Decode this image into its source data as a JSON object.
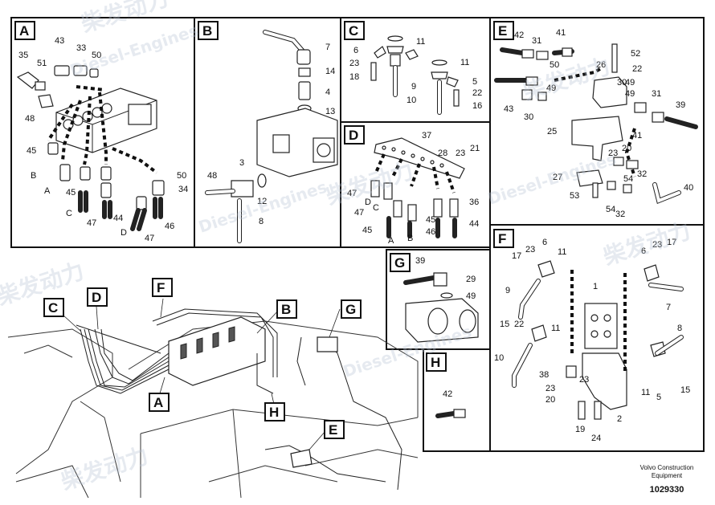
{
  "panels": [
    {
      "id": "A",
      "label": "A",
      "callouts": [
        "43",
        "33",
        "50",
        "35",
        "51",
        "48",
        "45",
        "B",
        "A",
        "45",
        "C",
        "47",
        "44",
        "D",
        "47",
        "46",
        "50",
        "34"
      ]
    },
    {
      "id": "B",
      "label": "B",
      "callouts": [
        "7",
        "14",
        "4",
        "13",
        "3",
        "48",
        "12",
        "8"
      ]
    },
    {
      "id": "C",
      "label": "C",
      "callouts": [
        "11",
        "6",
        "23",
        "18",
        "11",
        "9",
        "5",
        "22",
        "10",
        "16"
      ]
    },
    {
      "id": "D",
      "label": "D",
      "callouts": [
        "37",
        "28",
        "23",
        "21",
        "47",
        "D",
        "C",
        "47",
        "45",
        "A",
        "B",
        "45",
        "46",
        "36",
        "44"
      ]
    },
    {
      "id": "E",
      "label": "E",
      "callouts": [
        "42",
        "31",
        "41",
        "52",
        "22",
        "50",
        "49",
        "26",
        "49",
        "43",
        "30",
        "30",
        "49",
        "31",
        "39",
        "25",
        "41",
        "23",
        "20",
        "27",
        "54",
        "32",
        "40",
        "53",
        "54",
        "32"
      ]
    },
    {
      "id": "F",
      "label": "F",
      "callouts": [
        "17",
        "23",
        "6",
        "11",
        "6",
        "23",
        "17",
        "9",
        "1",
        "7",
        "8",
        "15",
        "22",
        "10",
        "11",
        "38",
        "23",
        "23",
        "20",
        "2",
        "11",
        "5",
        "15",
        "19",
        "24"
      ]
    },
    {
      "id": "G",
      "label": "G",
      "callouts": [
        "39",
        "29",
        "49"
      ]
    },
    {
      "id": "H",
      "label": "H",
      "callouts": [
        "42"
      ]
    }
  ],
  "overview_tags": [
    "C",
    "D",
    "F",
    "B",
    "G",
    "A",
    "H",
    "E"
  ],
  "footer": {
    "company": "Volvo Construction",
    "subtitle": "Equipment",
    "drawing_number": "1029330"
  },
  "watermark": {
    "cn": "柴发动力",
    "en": "Diesel-Engines"
  }
}
